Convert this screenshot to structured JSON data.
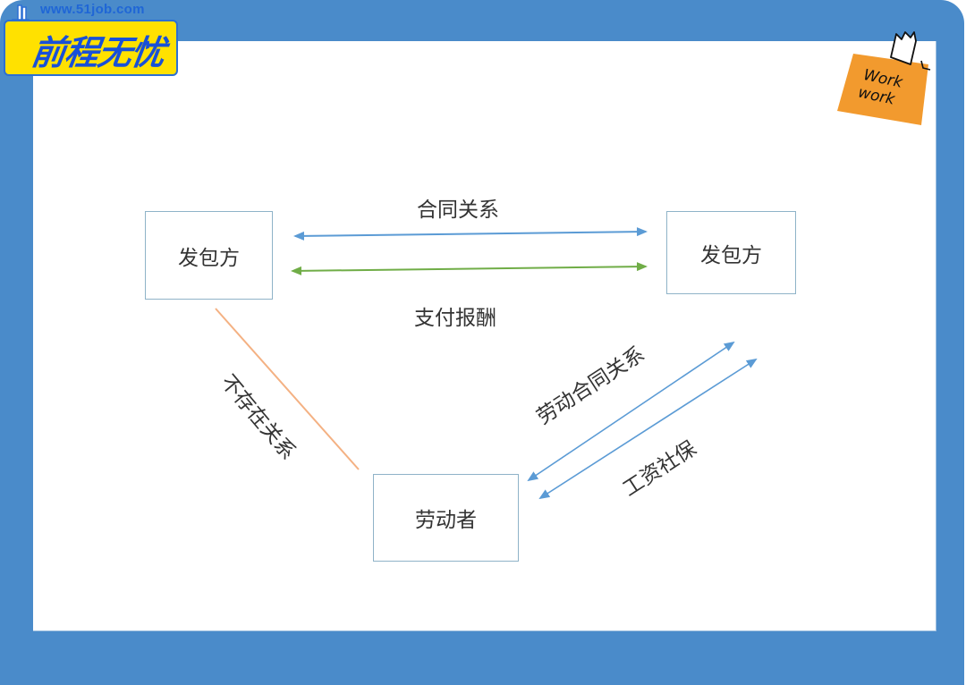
{
  "branding": {
    "url": "www.51job.com",
    "logo_text": "前程无忧",
    "hand_icon": "hand-pointer-icon",
    "sticky_note_text_line1": "Work",
    "sticky_note_text_line2": "work"
  },
  "colors": {
    "frame": "#4a8bca",
    "logo_bg": "#ffe100",
    "logo_text": "#1850d8",
    "sticky": "#f29a2e",
    "arrow_blue": "#5b9bd5",
    "arrow_green": "#70ad47",
    "line_orange": "#f4b183",
    "box_border": "#8fb3c8"
  },
  "diagram": {
    "nodes": [
      {
        "id": "client_left",
        "label": "发包方"
      },
      {
        "id": "client_right",
        "label": "发包方"
      },
      {
        "id": "worker",
        "label": "劳动者"
      }
    ],
    "edges": [
      {
        "from": "client_left",
        "to": "client_right",
        "label": "合同关系",
        "style": "blue double arrow"
      },
      {
        "from": "client_left",
        "to": "client_right",
        "label": "支付报酬",
        "style": "green double arrow"
      },
      {
        "from": "client_left",
        "to": "worker",
        "label": "不存在关系",
        "style": "orange line"
      },
      {
        "from": "worker",
        "to": "client_right",
        "label": "劳动合同关系",
        "style": "blue double arrow"
      },
      {
        "from": "worker",
        "to": "client_right",
        "label": "工资社保",
        "style": "blue double arrow"
      }
    ]
  }
}
